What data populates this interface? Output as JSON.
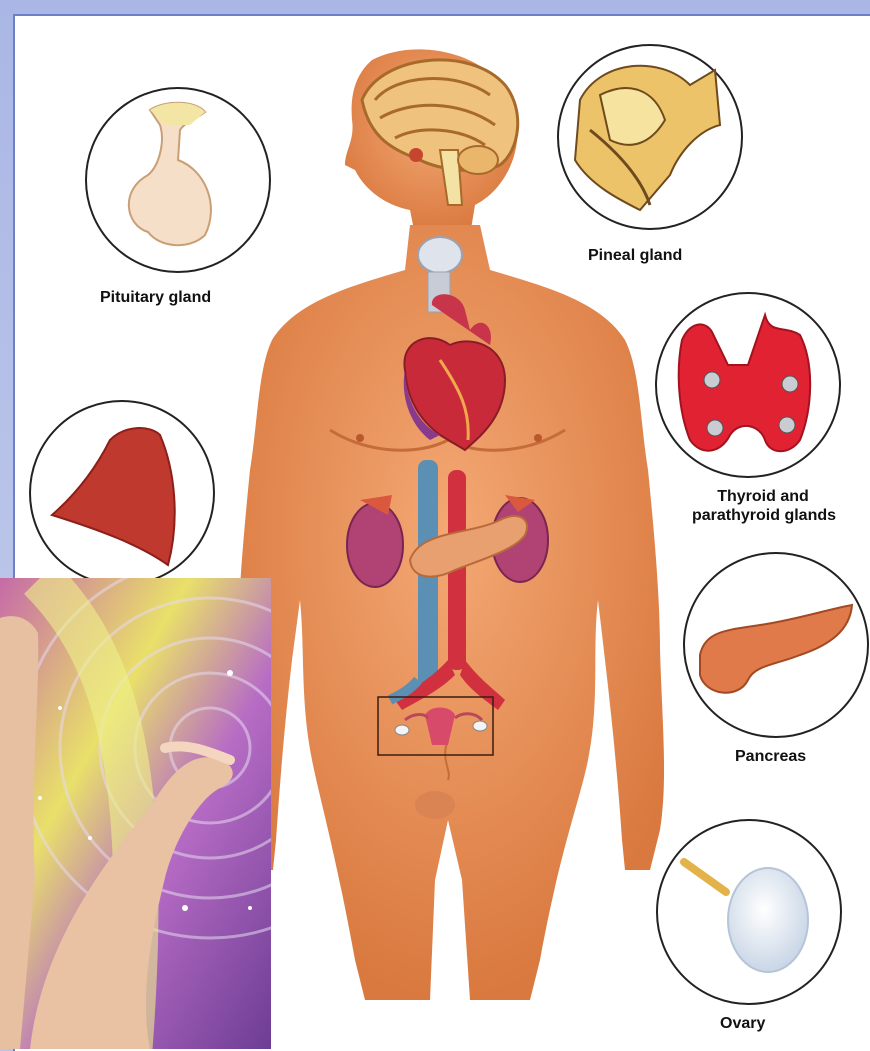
{
  "labels": {
    "pituitary": "Pituitary gland",
    "pineal": "Pineal gland",
    "thyroid_line1": "Thyroid and",
    "thyroid_line2": "parathyroid glands",
    "pancreas": "Pancreas",
    "ovary": "Ovary"
  },
  "colors": {
    "skin": "#e9925a",
    "skin_shade": "#c9703e",
    "gland_red": "#d8273a",
    "artery": "#d1313f",
    "vein": "#5b8fb3",
    "frame": "#aab7e4"
  },
  "icons": [
    "brain-icon",
    "heart-icon",
    "kidney-icon",
    "uterus-icon",
    "pituitary-icon",
    "pineal-icon",
    "thyroid-icon",
    "adrenal-icon",
    "pancreas-icon",
    "ovary-icon"
  ]
}
